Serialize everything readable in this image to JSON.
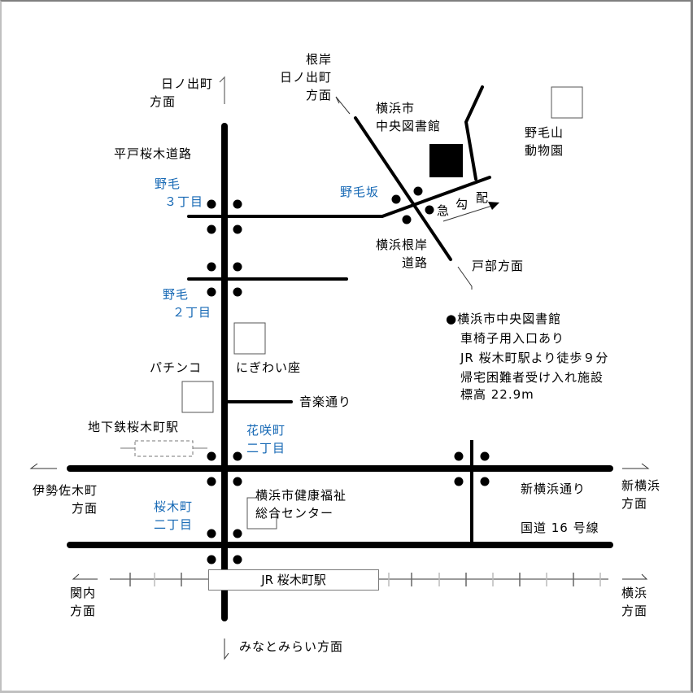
{
  "map": {
    "title": "横浜市中央図書館 周辺地図",
    "colors": {
      "road": "#000000",
      "district_label": "#1769b5",
      "library": "#000000",
      "rail": "#7a7a7a",
      "background": "#ffffff"
    },
    "directions": {
      "hinode_cho": [
        "日ノ出町",
        "方面"
      ],
      "negishi_hinode": [
        "根岸",
        "日ノ出町",
        "方面"
      ],
      "tobe": "戸部方面",
      "isezakicho": [
        "伊勢佐木町",
        "方面"
      ],
      "shin_yokohama": [
        "新横浜",
        "方面"
      ],
      "kannai": [
        "関内",
        "方面"
      ],
      "yokohama": [
        "横浜",
        "方面"
      ],
      "minatomirai": "みなとみらい方面"
    },
    "roads": {
      "hirado_sakuragi": "平戸桜木道路",
      "yokohama_negishi": [
        "横浜根岸",
        "道路"
      ],
      "ongaku_dori": "音楽通り",
      "shin_yokohama_dori": "新横浜通り",
      "route16": "国道 16 号線",
      "steep_slope": [
        "急",
        "勾",
        "配"
      ]
    },
    "districts": {
      "noge3": [
        "野毛",
        "３丁目"
      ],
      "noge2": [
        "野毛",
        "２丁目"
      ],
      "nogezaka": "野毛坂",
      "hanasaki2": [
        "花咲町",
        "二丁目"
      ],
      "sakuragi2": [
        "桜木町",
        "二丁目"
      ]
    },
    "landmarks": {
      "library": [
        "横浜市",
        "中央図書館"
      ],
      "zoo": [
        "野毛山",
        "動物園"
      ],
      "pachinko": "パチンコ",
      "nigiwaiza": "にぎわい座",
      "subway_station": "地下鉄桜木町駅",
      "welfare_center": [
        "横浜市健康福祉",
        "総合センター"
      ],
      "jr_station": "JR 桜木町駅"
    },
    "info": {
      "bullet": "●",
      "name": "横浜市中央図書館",
      "lines": [
        "車椅子用入口あり",
        "JR 桜木町駅より徒歩９分",
        "帰宅困難者受け入れ施設",
        "標高 22.9m"
      ]
    }
  }
}
